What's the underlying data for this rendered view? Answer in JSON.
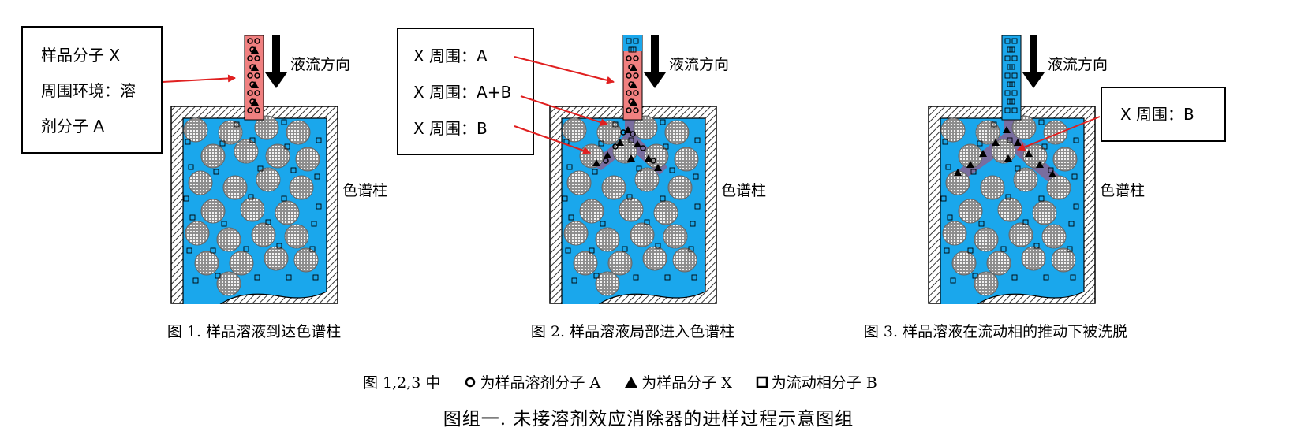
{
  "panels": [
    {
      "box_lines": [
        "样品分子 X",
        "周围环境：溶",
        "剂分子 A"
      ],
      "flow_label": "液流方向",
      "column_label": "色谱柱",
      "caption": "图 1. 样品溶液到达色谱柱"
    },
    {
      "box_lines": [
        "X 周围：A",
        "X 周围：A+B",
        "X 周围：B"
      ],
      "flow_label": "液流方向",
      "column_label": "色谱柱",
      "caption": "图 2. 样品溶液局部进入色谱柱"
    },
    {
      "box_lines": [
        "X 周围：B"
      ],
      "flow_label": "液流方向",
      "column_label": "色谱柱",
      "caption": "图 3. 样品溶液在流动相的推动下被洗脱"
    }
  ],
  "legend": {
    "prefix": "图 1,2,3 中",
    "item_a": "为样品溶剂分子 A",
    "item_x": "为样品分子 X",
    "item_b": "为流动相分子 B"
  },
  "figure_title": "图组一. 未接溶剂效应消除器的进样过程示意图组",
  "colors": {
    "mobile_phase": "#1aa7ec",
    "sample_solution": "#f08080",
    "sample_band": "#9a5a86",
    "annotation_arrow": "#e02020",
    "wall_hatch": "#444444",
    "particle": "#9a9a9a"
  }
}
